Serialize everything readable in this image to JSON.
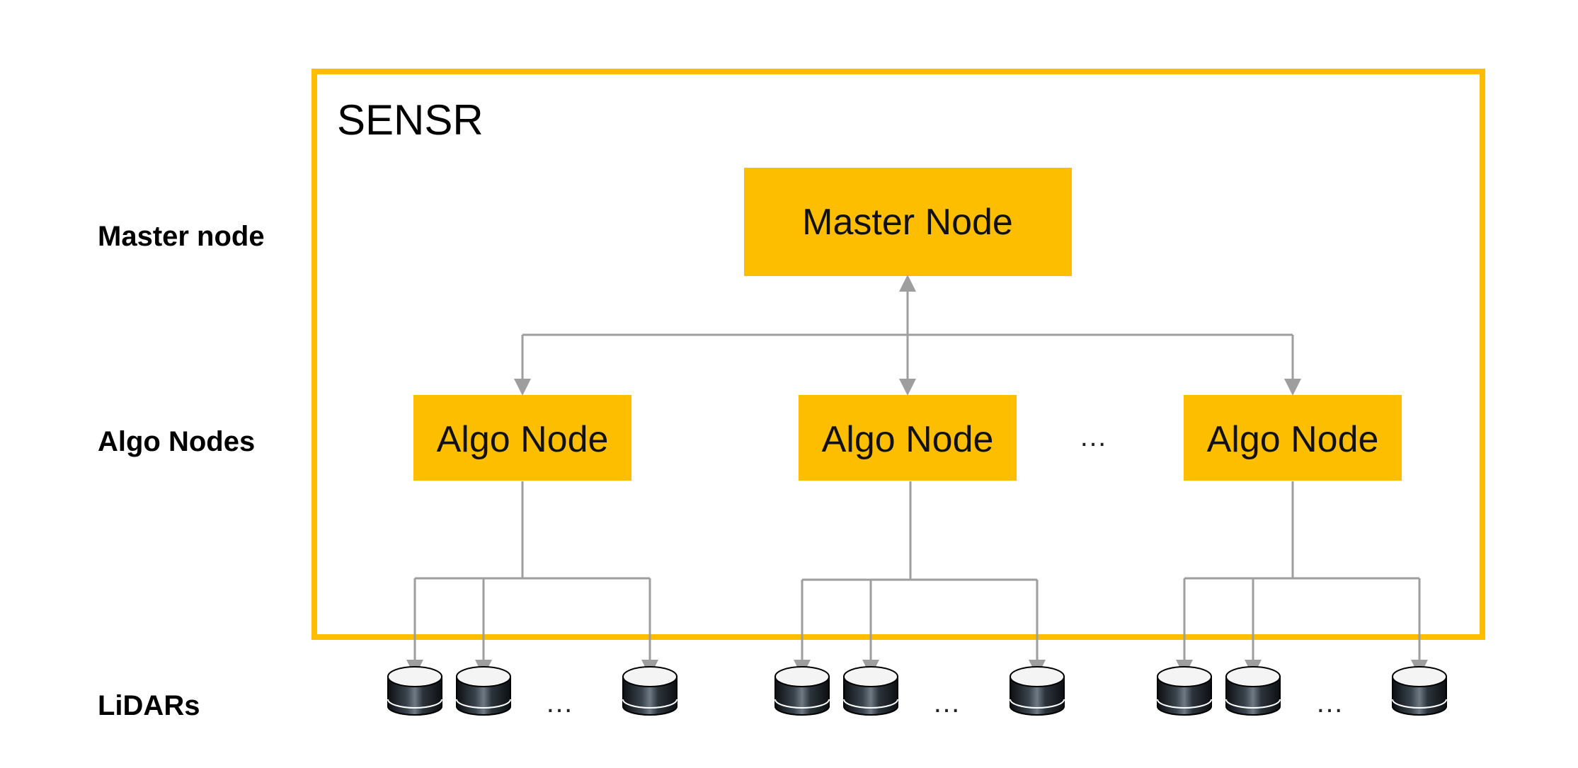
{
  "side_labels": {
    "master": "Master node",
    "algo": "Algo Nodes",
    "lidar": "LiDARs"
  },
  "system": {
    "title": "SENSR"
  },
  "master_node": {
    "label": "Master Node"
  },
  "algo_nodes": [
    {
      "label": "Algo Node"
    },
    {
      "label": "Algo Node"
    },
    {
      "label": "Algo Node"
    }
  ],
  "algo_ellipsis": "…",
  "lidar_ellipsis": "…",
  "lidar_groups": [
    {
      "lidar_count_shown": 3
    },
    {
      "lidar_count_shown": 3
    },
    {
      "lidar_count_shown": 3
    }
  ],
  "colors": {
    "accent": "#fdbe00",
    "connector": "#9e9e9e",
    "lidar_body": "#1b1f23",
    "lidar_top": "#f4f4f4"
  },
  "icons": {
    "lidar": "lidar-sensor-icon",
    "arrow": "arrow-head-icon"
  }
}
